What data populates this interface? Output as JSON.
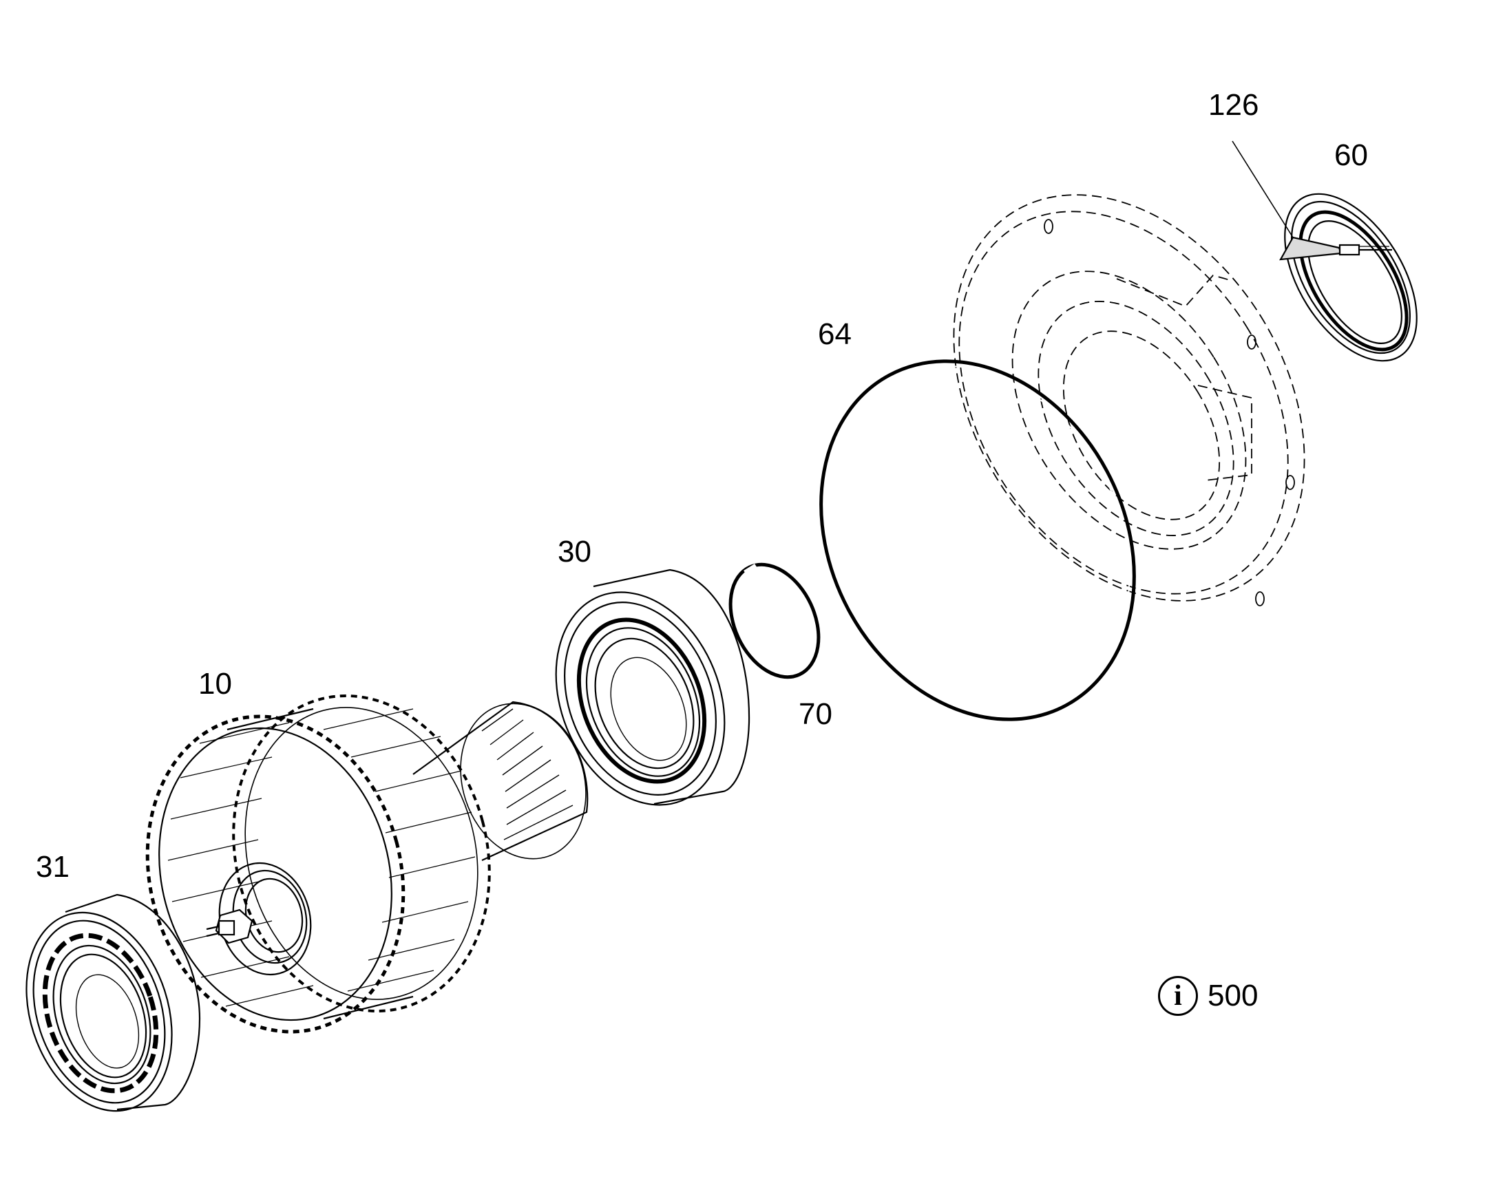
{
  "callouts": {
    "c126": "126",
    "c60": "60",
    "c64": "64",
    "c30": "30",
    "c70": "70",
    "c10": "10",
    "c31": "31"
  },
  "reference": {
    "icon": "info-icon",
    "icon_glyph": "i",
    "number": "500"
  }
}
